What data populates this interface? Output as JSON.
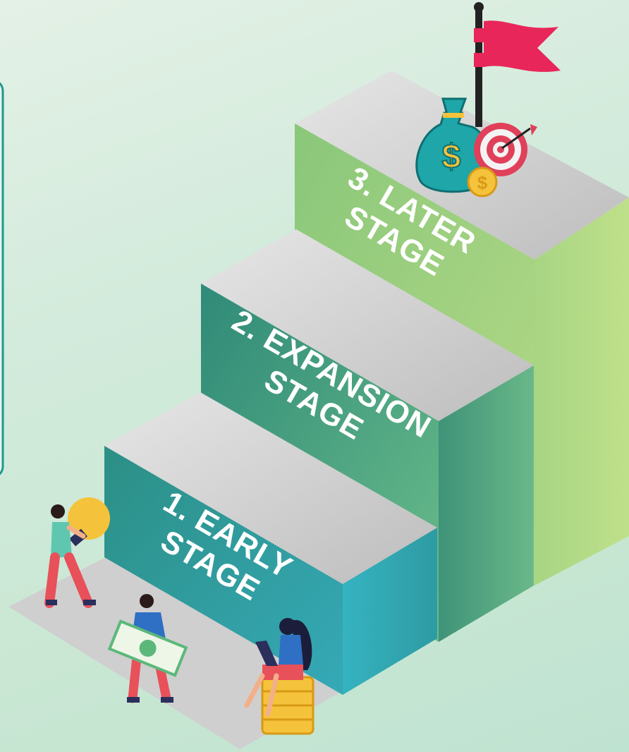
{
  "stages": [
    {
      "line1": "1. EARLY",
      "line2": "STAGE"
    },
    {
      "line1": "2. EXPANSION",
      "line2": "STAGE"
    },
    {
      "line1": "3. LATER",
      "line2": "STAGE"
    }
  ],
  "money_symbol": "$",
  "colors": {
    "background": "#d3ebdc",
    "panel_border": "#1a9a8c",
    "step_top": "#d4d4d4",
    "step1_front": "#2f9e92",
    "step1_side": "#3bb8c4",
    "step2_front": "#3a9a80",
    "step2_side": "#4aa88a",
    "step3_front": "#9ccf7e",
    "step3_side": "#b7dc84",
    "flag": "#e8265a",
    "money_bag": "#1ea6a8",
    "coin": "#f5c33b",
    "target": "#e0405a"
  },
  "icons": [
    "flag-icon",
    "money-bag-icon",
    "coin-icon",
    "target-icon",
    "lightbulb-icon",
    "banknote-icon",
    "laptop-icon"
  ]
}
